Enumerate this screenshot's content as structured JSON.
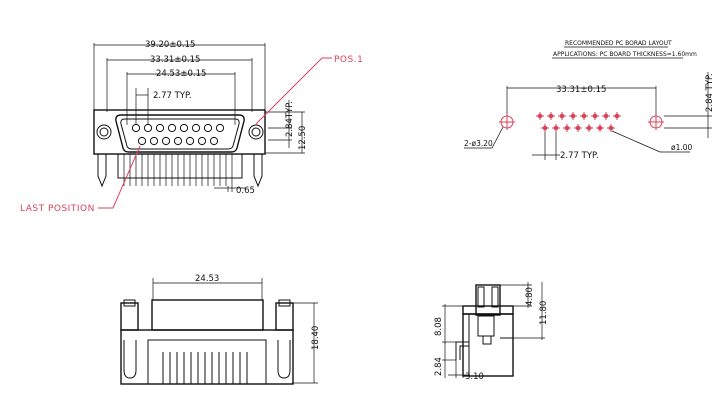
{
  "colors": {
    "ink": "#111111",
    "callout": "#d9435a"
  },
  "front_view": {
    "dim_overall": "39.20±0.15",
    "dim_mount_holes": "33.31±0.15",
    "dim_pin_span": "24.53±0.15",
    "dim_pitch": "2.77 TYP.",
    "dim_row_offset": "2.84TYP.",
    "dim_height": "12.50",
    "dim_pin_dia": "0.65",
    "callout_pos1": "POS.1",
    "callout_last": "LAST POSITION"
  },
  "pcb_layout": {
    "title": "RECOMMENDED PC BORAD LAYOUT",
    "subtitle": "APPLICATIONS: PC BOARD THICKNESS=1.60mm",
    "dim_hole_spacing": "33.31±0.15",
    "dim_row_offset": "2.84 TYP.",
    "dim_mount_hole": "2-ø3.20",
    "dim_pitch": "2.77 TYP.",
    "dim_pin_hole": "ø1.00"
  },
  "bottom_view": {
    "dim_width": "24.53",
    "dim_height": "18.40"
  },
  "side_view": {
    "dim_top": "4.80",
    "dim_total": "11.80",
    "dim_mid": "8.08",
    "dim_pin": "2.84",
    "dim_offset": "3.10"
  }
}
